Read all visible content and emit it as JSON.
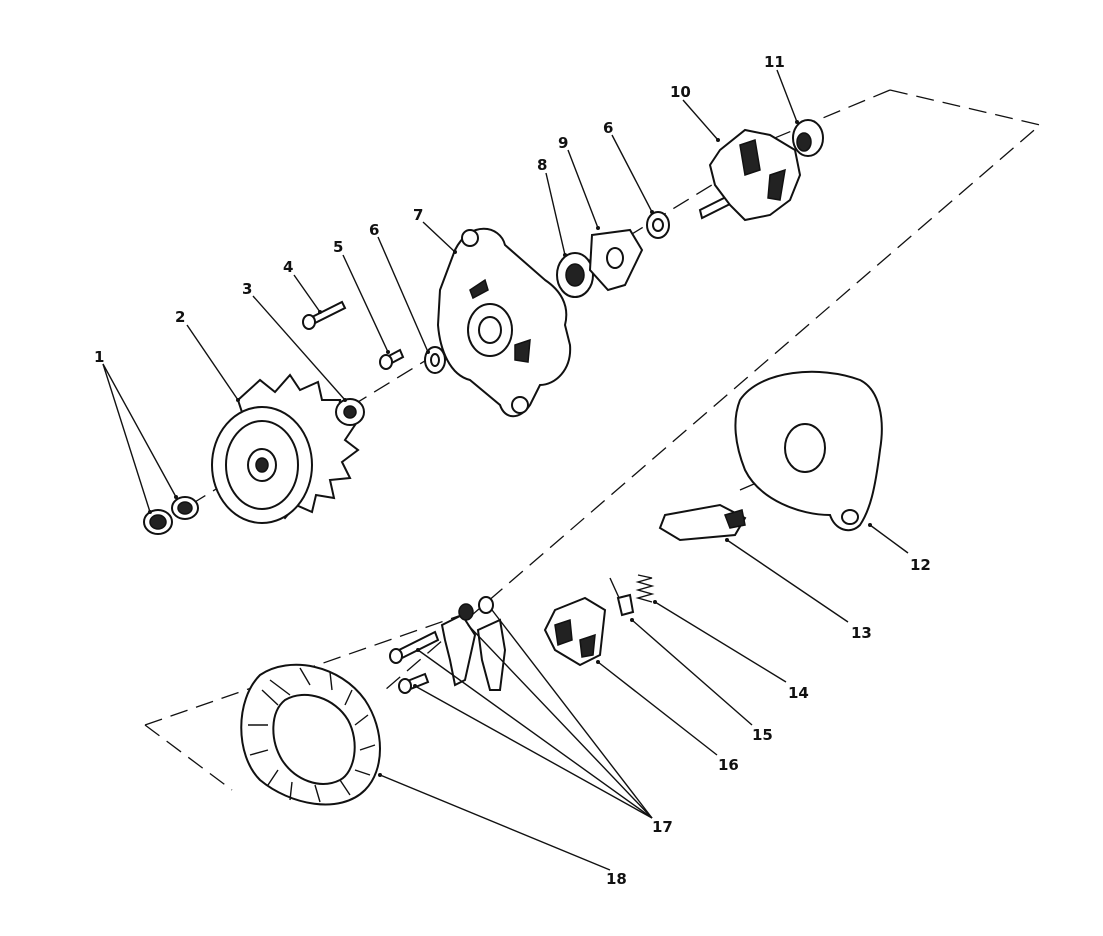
{
  "callouts": [
    {
      "number": "1"
    },
    {
      "number": "2"
    },
    {
      "number": "3"
    },
    {
      "number": "4"
    },
    {
      "number": "5"
    },
    {
      "number": "6"
    },
    {
      "number": "7"
    },
    {
      "number": "8"
    },
    {
      "number": "9"
    },
    {
      "number": "6"
    },
    {
      "number": "10"
    },
    {
      "number": "11"
    },
    {
      "number": "12"
    },
    {
      "number": "13"
    },
    {
      "number": "14"
    },
    {
      "number": "15"
    },
    {
      "number": "16"
    },
    {
      "number": "17"
    },
    {
      "number": "18"
    }
  ]
}
